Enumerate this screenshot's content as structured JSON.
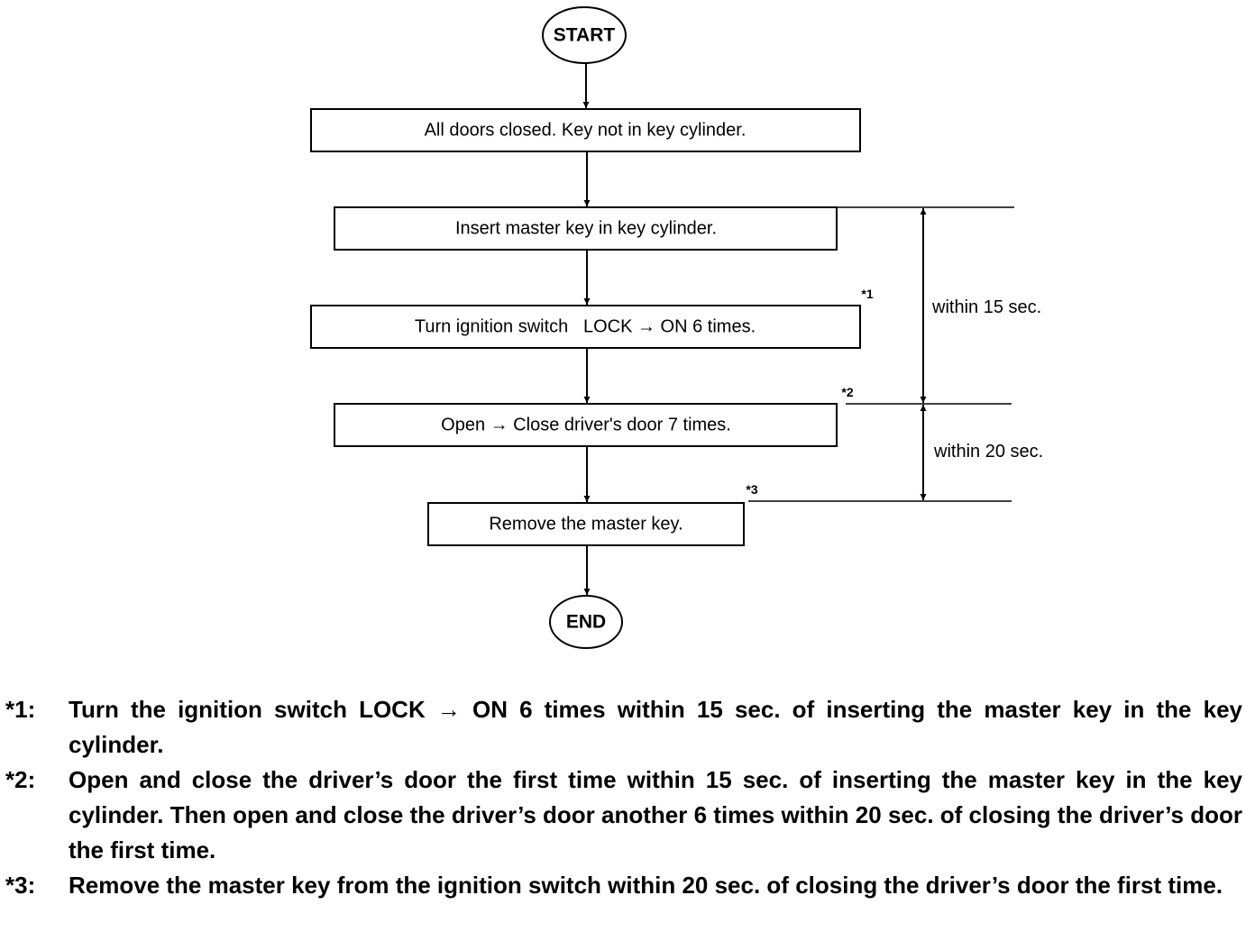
{
  "flowchart": {
    "start": "START",
    "end": "END",
    "steps": [
      "All doors closed.  Key not in key cylinder.",
      "Insert master key in key cylinder.",
      "Turn ignition switch   LOCK → ON 6 times.",
      "Open → Close driver's door 7 times.",
      "Remove the master key."
    ],
    "step_marks": [
      "",
      "",
      "*1",
      "*2",
      "*3"
    ],
    "intervals": [
      "within 15 sec.",
      "within 20 sec."
    ]
  },
  "notes": [
    {
      "mark": "*1:",
      "text": "Turn the ignition switch LOCK → ON 6 times within 15 sec. of inserting the master key in the key cylinder."
    },
    {
      "mark": "*2:",
      "text": "Open and close the driver’s door the first time within 15 sec. of inserting the master key in the key cylinder. Then open and close the driver’s door another 6 times within 20 sec. of closing the driver’s door the first time."
    },
    {
      "mark": "*3:",
      "text": "Remove the master key from the ignition switch within 20 sec. of closing the driver’s door the first time."
    }
  ]
}
